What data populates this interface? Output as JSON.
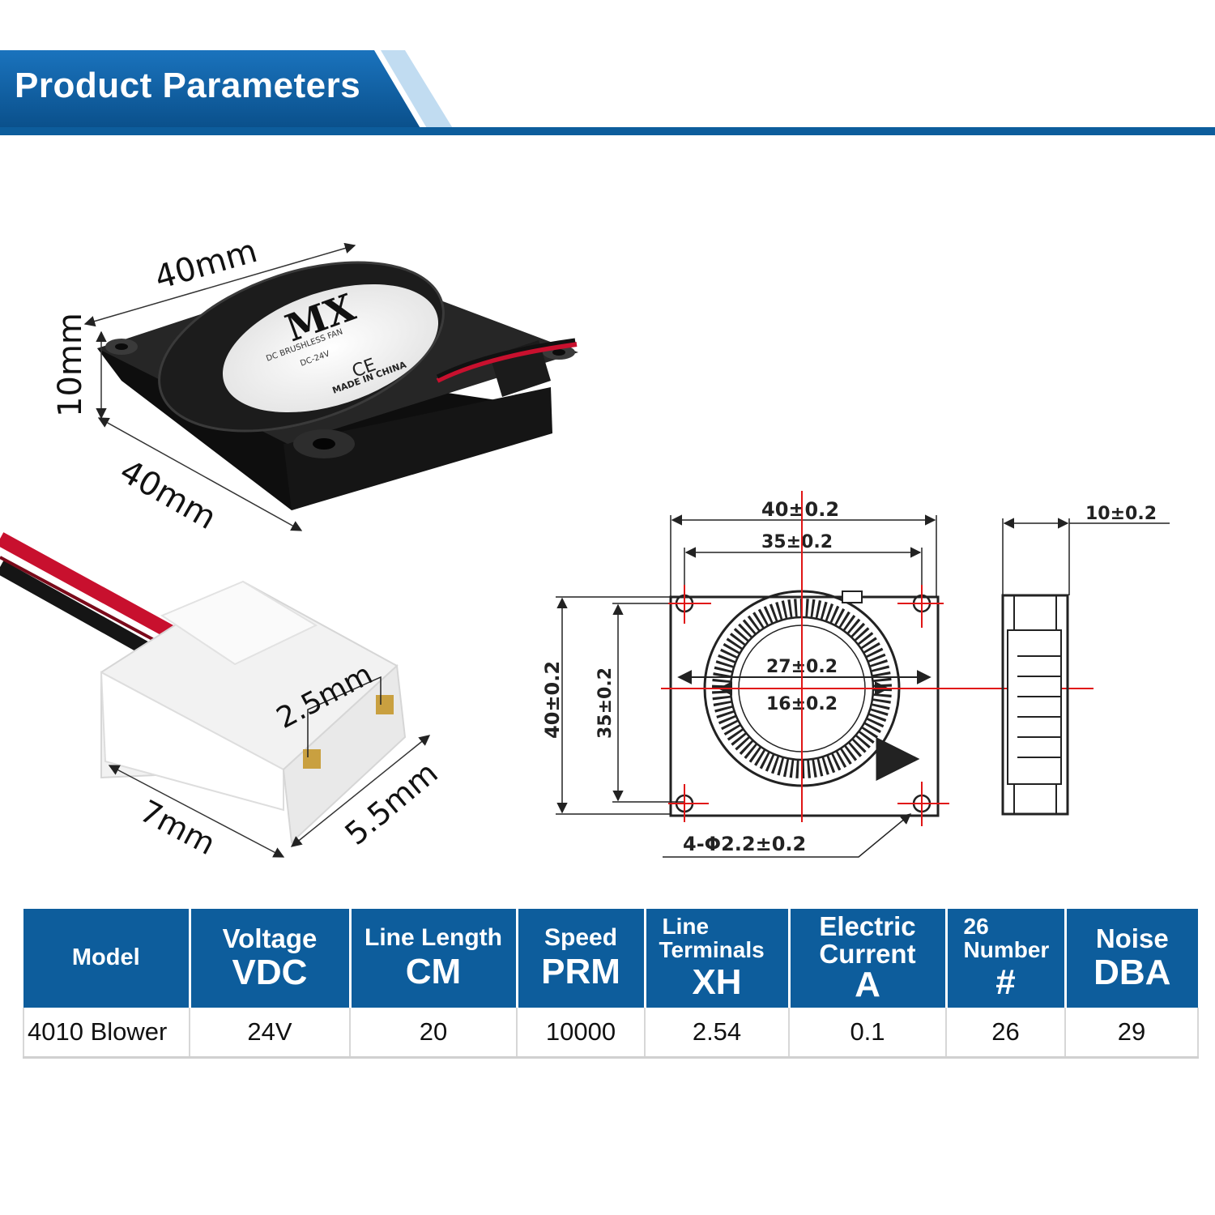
{
  "header": {
    "title": "Product Parameters"
  },
  "product_photo": {
    "dim_width": "40mm",
    "dim_depth": "40mm",
    "dim_height": "10mm",
    "label_brand": "MX",
    "label_line1": "DC BRUSHLESS FAN",
    "label_line2": "DC-24V",
    "label_ce": "CE",
    "label_origin": "MADE IN CHINA"
  },
  "connector": {
    "dim_pitch": "2.5mm",
    "dim_width": "7mm",
    "dim_depth": "5.5mm"
  },
  "drawing": {
    "outer_width": "40±0.2",
    "hole_spacing_x": "35±0.2",
    "outer_height": "40±0.2",
    "hole_spacing_y": "35±0.2",
    "rotor_outer": "27±0.2",
    "rotor_inner": "16±0.2",
    "holes": "4-Φ2.2±0.2",
    "thickness": "10±0.2"
  },
  "table": {
    "headers": [
      {
        "top": "Model",
        "unit": ""
      },
      {
        "top": "Voltage",
        "unit": "VDC"
      },
      {
        "top": "Line Length",
        "unit": "CM"
      },
      {
        "top": "Speed",
        "unit": "PRM"
      },
      {
        "top_line1": "Line",
        "top_line2": "Terminals",
        "unit": "XH"
      },
      {
        "top_line1": "Electric",
        "top_line2": "Current",
        "unit": "A"
      },
      {
        "top_line1": "26",
        "top_line2": "Number",
        "unit": "#"
      },
      {
        "top": "Noise",
        "unit": "DBA"
      }
    ],
    "rows": [
      [
        "4010 Blower",
        "24V",
        "20",
        "10000",
        "2.54",
        "0.1",
        "26",
        "29"
      ]
    ]
  },
  "colors": {
    "banner_blue": "#0d5d9c",
    "banner_dark": "#0a4a80",
    "table_header": "#0d5d9c",
    "fan_body": "#1a1a1a",
    "wire_red": "#c8102e",
    "drawing_red": "#e01515"
  }
}
